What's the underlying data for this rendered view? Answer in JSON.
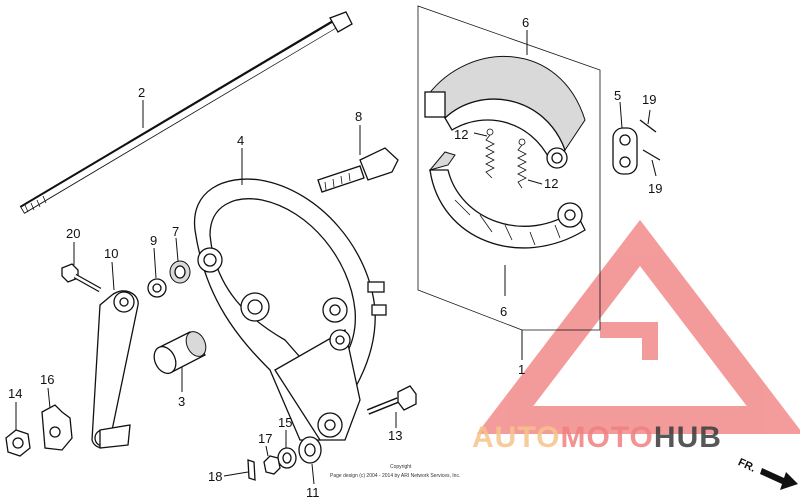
{
  "callouts": {
    "c1": "1",
    "c2": "2",
    "c3": "3",
    "c4": "4",
    "c5": "5",
    "c6a": "6",
    "c6b": "6",
    "c7": "7",
    "c8": "8",
    "c9": "9",
    "c10": "10",
    "c11": "11",
    "c12a": "12",
    "c12b": "12",
    "c13": "13",
    "c14": "14",
    "c15": "15",
    "c16": "16",
    "c17": "17",
    "c18": "18",
    "c19a": "19",
    "c19b": "19",
    "c20": "20"
  },
  "copyright": {
    "line1": "Copyright",
    "line2": "Page design (c) 2004 - 2014 by ARI Network Services, Inc."
  },
  "watermark": {
    "part1": "AUTO",
    "part2": "MOTO",
    "part3": "HUB",
    "color_light": "#f6c48a",
    "color_red": "#f08080",
    "color_dark": "#3a3a3a"
  },
  "front_indicator": {
    "label": "FR."
  }
}
